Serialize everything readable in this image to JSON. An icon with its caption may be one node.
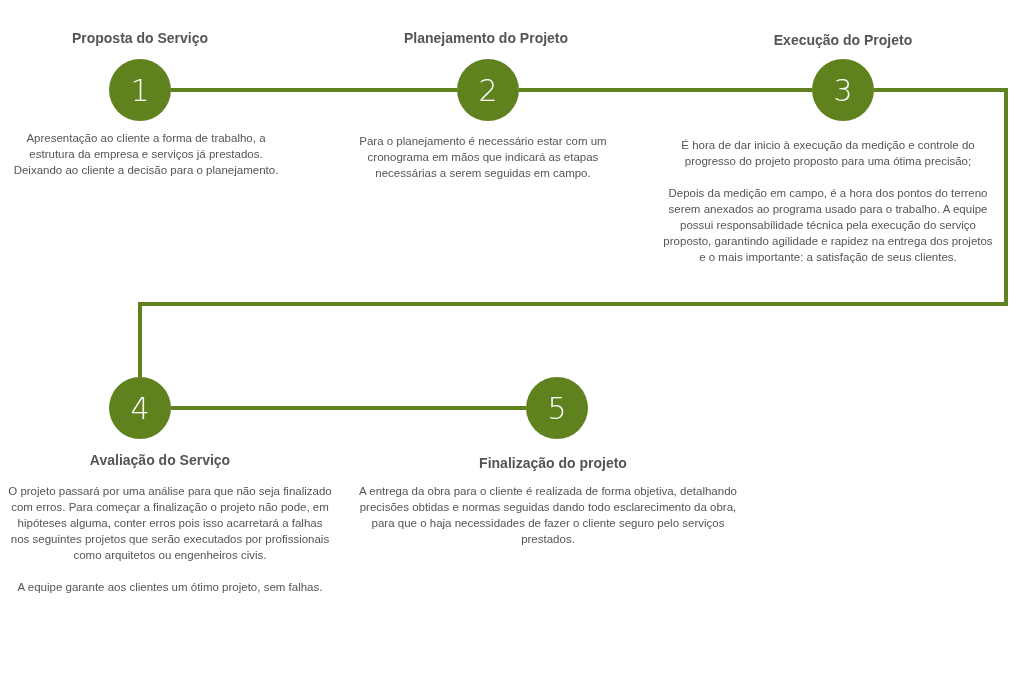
{
  "diagram": {
    "nodes": [
      {
        "text": [
          "Proposta do Serviço",
          "1"
        ],
        "beside": [
          "Apresentação ao cliente a forma de trabalho, a estrutura da empresa e serviços já prestados. Deixando ao cliente a decisão para o planejamento."
        ]
      },
      {
        "text": [
          "Planejamento do Projeto",
          "2"
        ],
        "beside": [
          "Para o planejamento é necessário estar com um cronograma em mãos que indicará as etapas necessárias a serem seguidas em campo."
        ]
      },
      {
        "text": [
          "Execução do Projeto",
          "3"
        ],
        "beside": [
          "É hora de dar inicio à execução da medição e controle do progresso do projeto proposto para uma ótima precisão;",
          "Depois da medição em campo, é a hora dos pontos do terreno serem anexados ao programa usado para o trabalho. A equipe possui responsabilidade técnica pela execução do serviço proposto, garantindo agilidade e rapidez na entrega dos projetos e o mais importante: a satisfação de seus clientes."
        ]
      },
      {
        "text": [
          "4",
          "Avaliação do Serviço"
        ],
        "beside": [
          "O projeto passará por uma análise para que não seja finalizado com erros. Para começar a finalização o projeto não pode, em hipóteses alguma, conter erros pois isso acarretará a falhas nos seguintes projetos que serão executados por profissionais como arquitetos ou engenheiros civis.",
          "A equipe garante aos clientes um ótimo projeto, sem falhas."
        ]
      },
      {
        "text": [
          "5",
          "Finalização do projeto"
        ],
        "beside": [
          "A entrega da obra para o cliente é realizada de forma objetiva, detalhando precisões obtidas e normas seguidas dando todo esclarecimento da obra, para que o haja necessidades de fazer o cliente seguro pelo serviços prestados."
        ]
      }
    ],
    "edges": [
      {
        "from": 0,
        "to": 1,
        "arrow": "none"
      },
      {
        "from": 1,
        "to": 2,
        "arrow": "none"
      },
      {
        "from": 2,
        "to": 3,
        "arrow": "none"
      },
      {
        "from": 3,
        "to": 4,
        "arrow": "none"
      }
    ]
  }
}
